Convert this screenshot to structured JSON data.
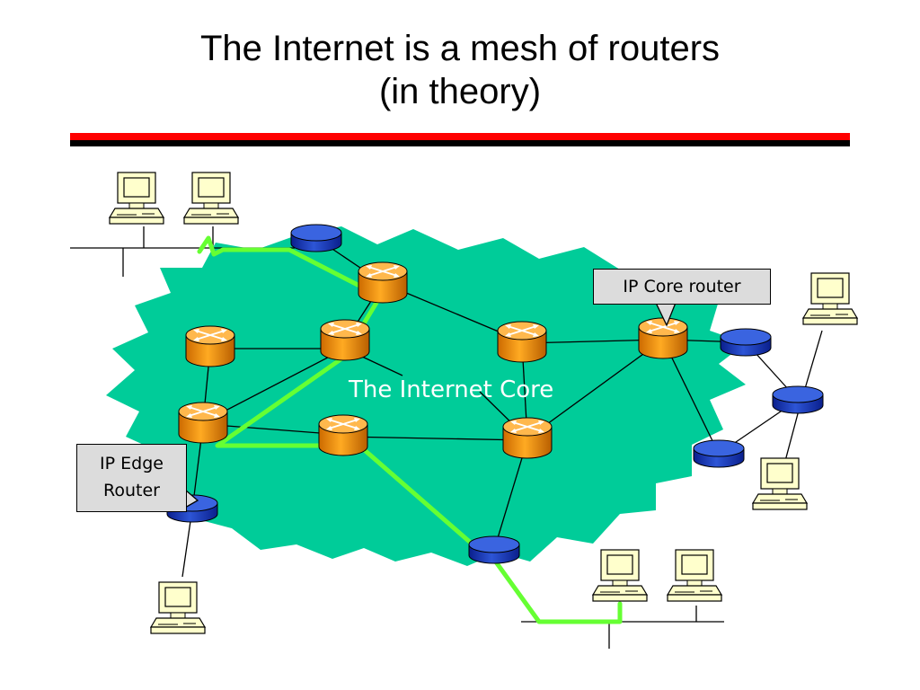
{
  "slide": {
    "title_line1": "The Internet is a mesh of routers",
    "title_line2": "(in theory)"
  },
  "labels": {
    "core_region": "The Internet Core",
    "core_router_callout": "IP Core router",
    "edge_router_callout_line1": "IP Edge",
    "edge_router_callout_line2": "Router"
  },
  "colors": {
    "cloud": "#00cc99",
    "core_router": "#ff9900",
    "edge_router": "#1f3fbf",
    "path": "#66ff33",
    "rule_red": "#ff0000",
    "rule_black": "#000000",
    "callout_bg": "#dcdcdc"
  },
  "icons": {
    "core_router": "router-cylinder-icon",
    "edge_router": "edge-router-disc-icon",
    "host": "desktop-computer-icon"
  }
}
